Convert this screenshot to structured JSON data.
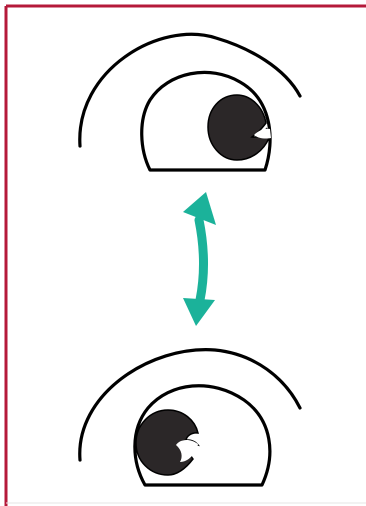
{
  "figure": {
    "description_text": "",
    "frame_color": "#b5193a",
    "line_color": "#000000",
    "pupil_color": "#2b2728",
    "arrow_color": "#1bb29a",
    "background": "#ffffff"
  },
  "eyes": [
    {
      "name": "eye-looking-up-right",
      "gaze": "up-right"
    },
    {
      "name": "eye-looking-down-left",
      "gaze": "down-left"
    }
  ],
  "arrow": {
    "direction": "bidirectional-vertical"
  }
}
